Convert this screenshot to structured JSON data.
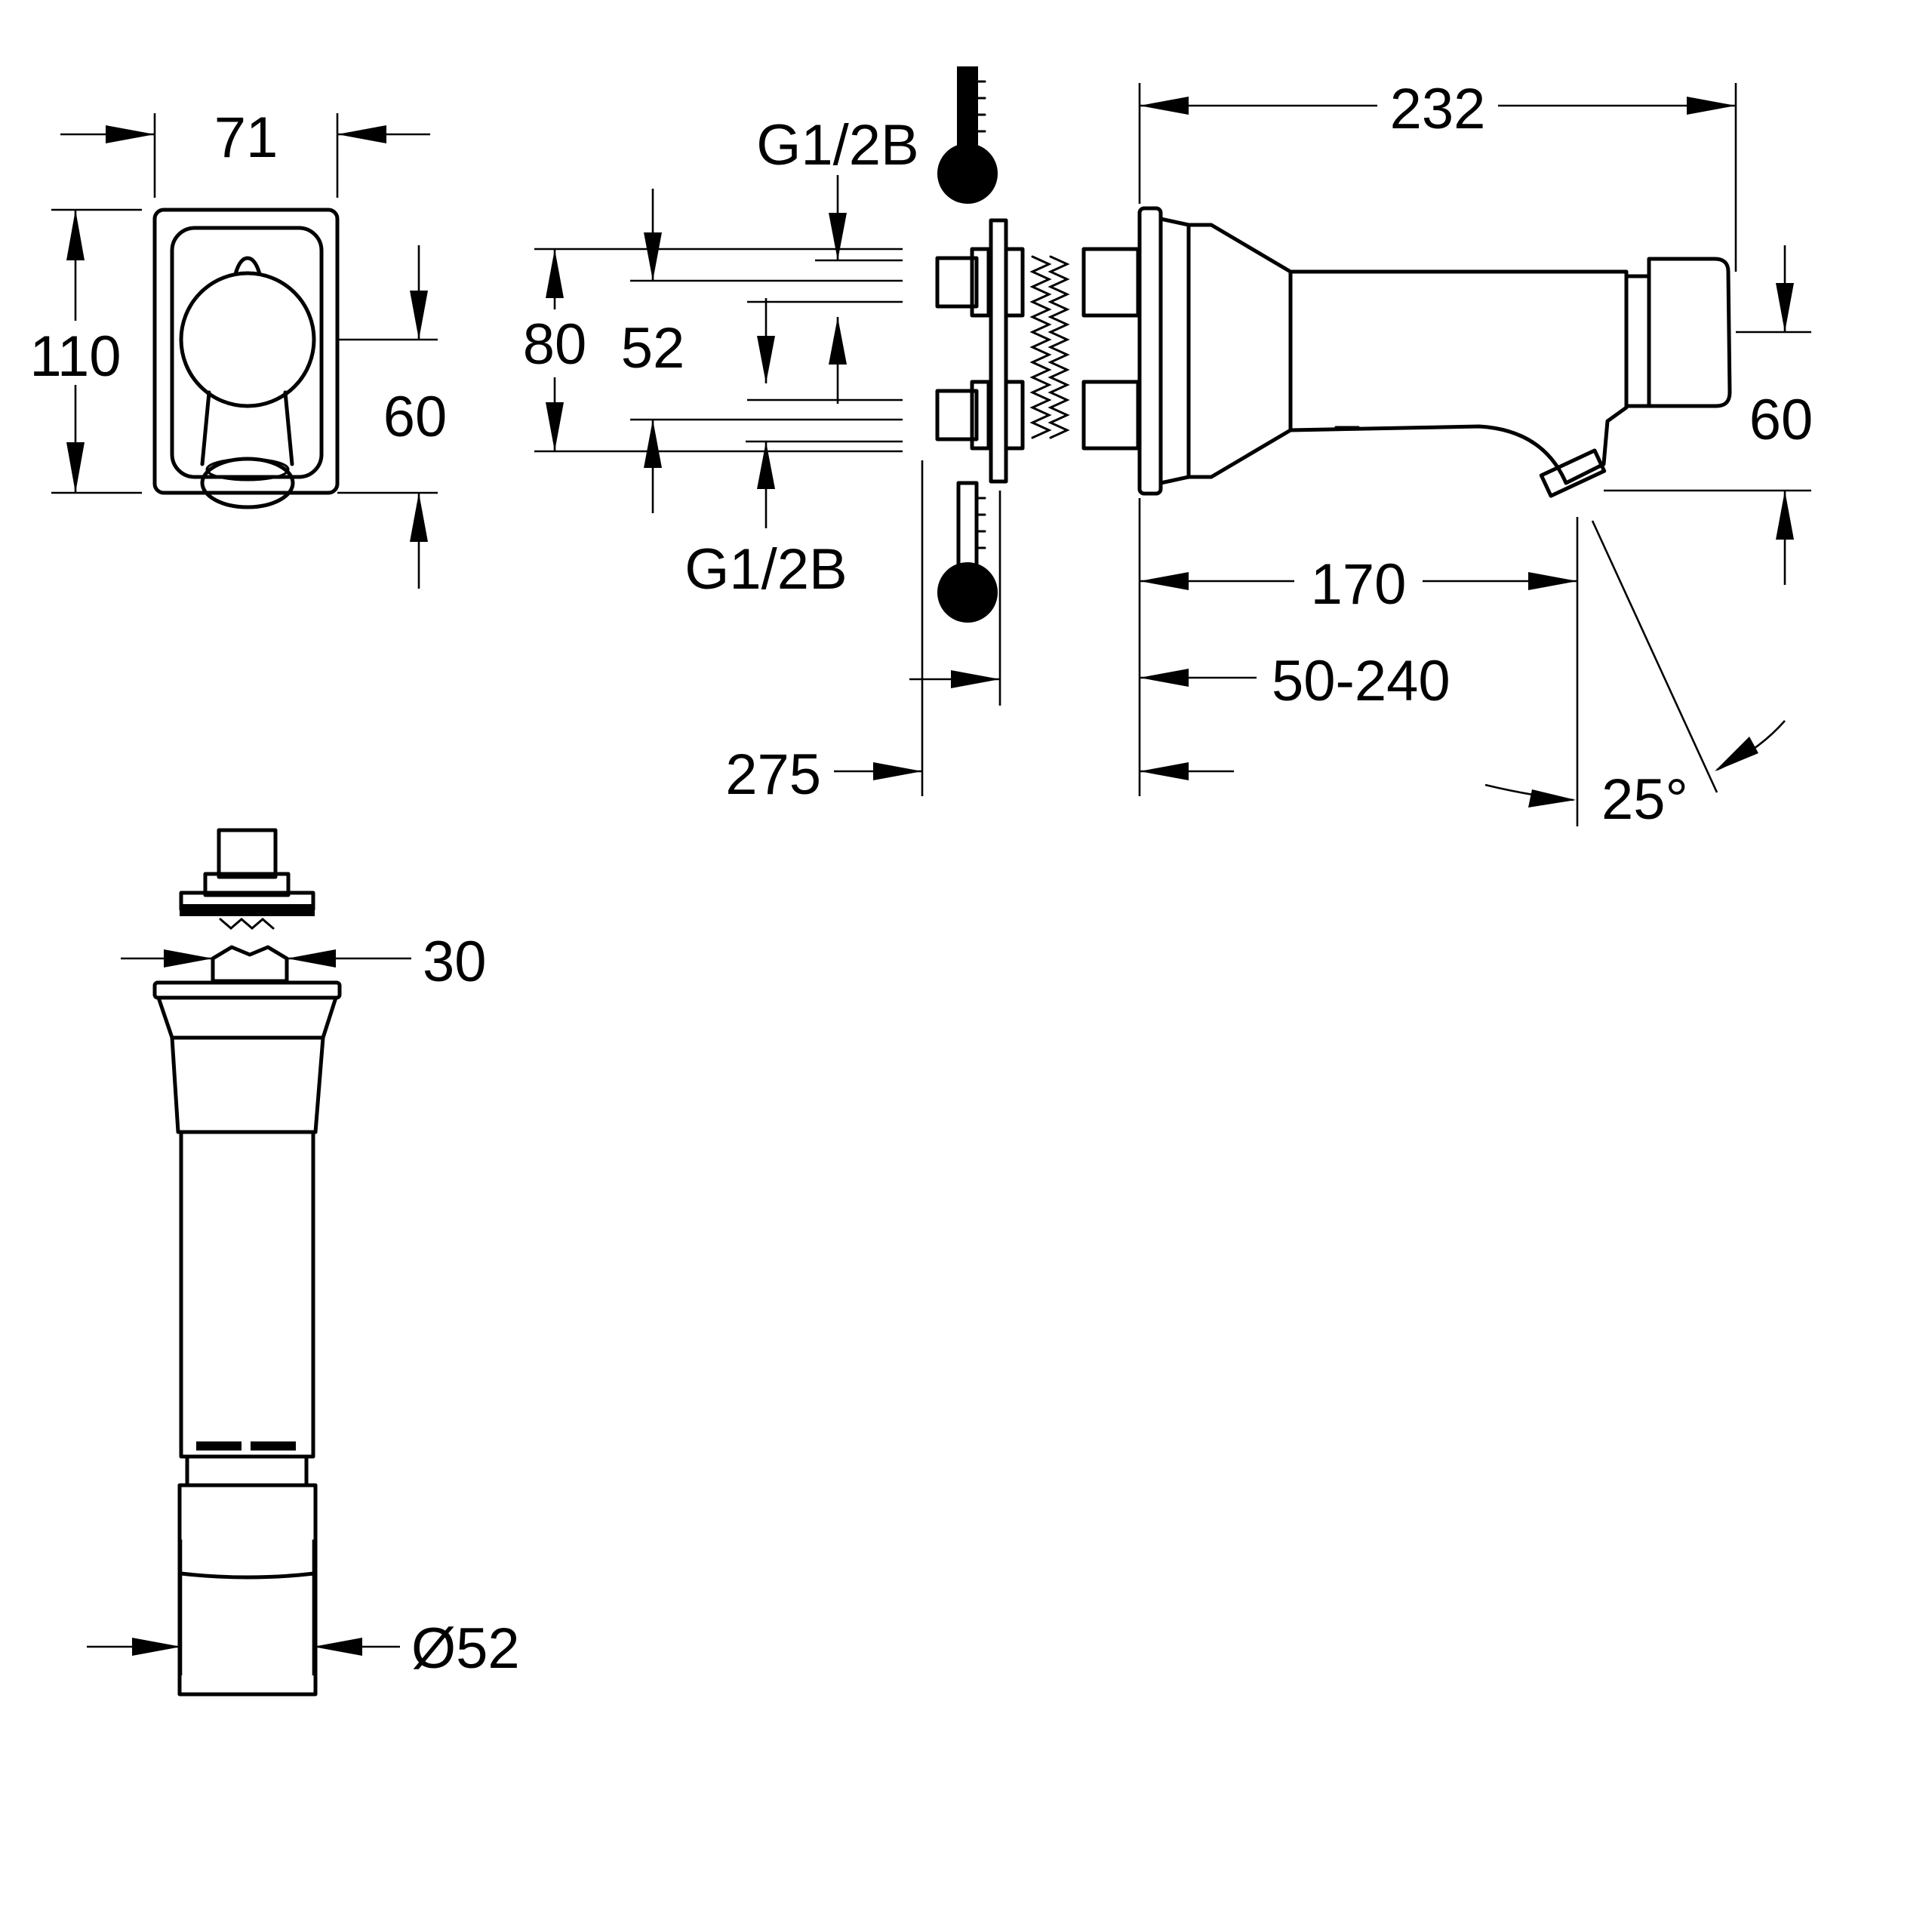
{
  "labels": {
    "front_width": "71",
    "front_height": "110",
    "front_offset": "60",
    "inlet_thread_top": "G1/2B",
    "inlet_thread_bottom": "G1/2B",
    "plate_height": "80",
    "inlet_spacing": "52",
    "overall_length": "232",
    "spout_length": "170",
    "wall_range": "50-240",
    "inlet_length": "275",
    "spout_angle": "25°",
    "side_height": "60",
    "wrench_size": "30",
    "body_diameter": "Ø52"
  },
  "icons": {
    "top_inlet": "thermometer-hot-icon",
    "bottom_inlet": "thermometer-cold-icon"
  }
}
